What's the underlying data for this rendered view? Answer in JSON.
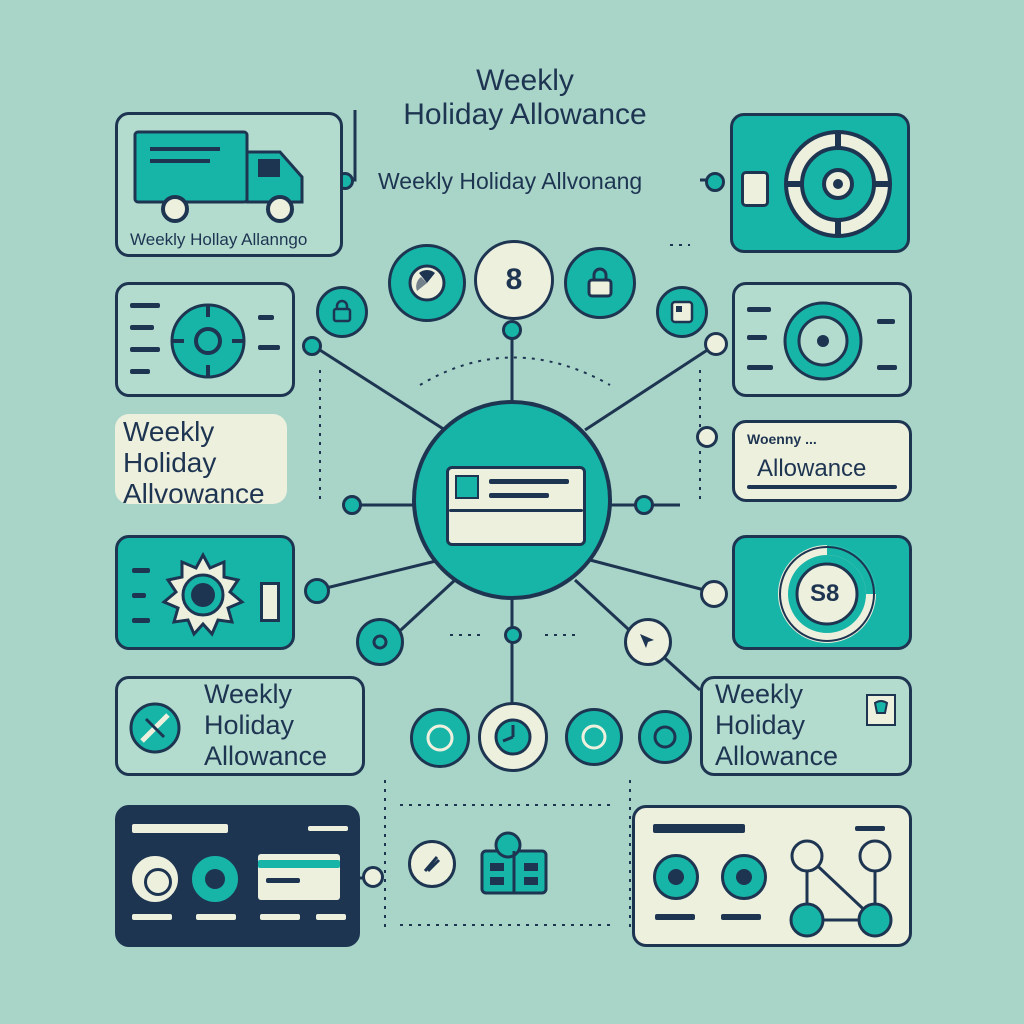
{
  "header": {
    "title_line1": "Weekly",
    "title_line2": "Holiday Allowance"
  },
  "top_connector_label": "Weekly Holiday Allvonang",
  "truck_card_label": "Weekly Hollay Allanngo",
  "left_label": [
    "Weekly",
    "Holiday",
    "Allvowance"
  ],
  "right_label_small": "Woenny ...",
  "right_label": "Allowance",
  "lower_left_label": [
    "Weekly",
    "Holiday",
    "Allowance"
  ],
  "lower_right_label": [
    "Weekly",
    "Holiday",
    "Allowance"
  ],
  "chips": {
    "top_center": "8",
    "right_dial": "S8"
  },
  "colors": {
    "background": "#a9d4c8",
    "teal": "#17b5a8",
    "navy": "#1e3552",
    "cream": "#eef0de"
  }
}
